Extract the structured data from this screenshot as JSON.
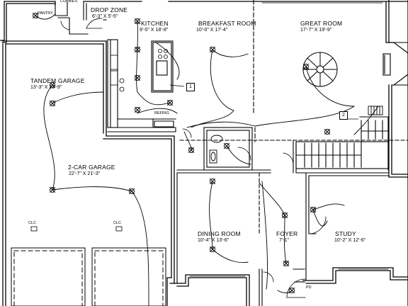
{
  "rooms": {
    "pantry": {
      "name": "PANTRY"
    },
    "cubbies": {
      "name": "CUBBIES"
    },
    "drop_zone": {
      "name": "DROP ZONE",
      "size": "6'-3\" X 5'-5\""
    },
    "kitchen": {
      "name": "KITCHEN",
      "size": "9'-0\" X 18'-8\""
    },
    "breakfast_room": {
      "name": "BREAKFAST ROOM",
      "size": "10'-0\" X 17'-4\""
    },
    "great_room": {
      "name": "GREAT ROOM",
      "size": "17'-7\" X 19'-9\""
    },
    "tandem_garage": {
      "name": "TANDEM GARAGE",
      "size": "13'-3\" X 13'-9\""
    },
    "two_car_garage": {
      "name": "2-CAR GARAGE",
      "size": "22'-7\" X 21'-3\""
    },
    "dining_room": {
      "name": "DINING ROOM",
      "size": "10'-4\" X 13'-6\""
    },
    "foyer": {
      "name": "FOYER",
      "size": "7'-1\""
    },
    "study": {
      "name": "STUDY",
      "size": "10'-2\" X 12'-6\""
    }
  },
  "callouts": {
    "refrig": "REFRIG",
    "tag1": "1",
    "tag2": "2",
    "clc_left": "CLC",
    "clc_right": "CLC",
    "pd": "PD"
  }
}
